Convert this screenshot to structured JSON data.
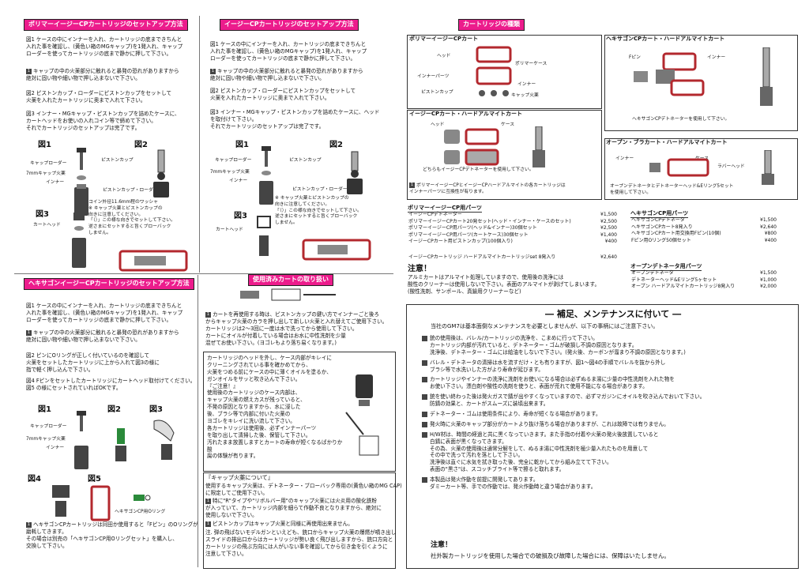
{
  "colors": {
    "accent": "#ec1c8c",
    "part_red": "#b3282e",
    "part_gray": "#8a8a8a"
  },
  "s1": {
    "title": "ポリマーイージーCPカートリッジのセットアップ方法",
    "p1": "図1 ケースの中にインナーを入れ、カートリッジの底まできちんと\n入れた事を確認し、(黄色い箱のMGキャップ)を1発入れ、キャップ\nローダーを使ってカートリッジの底まで静かに押して下さい。",
    "w1": "キャップの中の火薬部分に触れると暴発の恐れがありますから\n絶対に固い物や細い物で押し込まないで下さい。",
    "p2": "図2 ピストンカップ・ローダーにピストンカップをセットして\n火薬を入れたカートリッジに奥まで入れて下さい。",
    "p3": "図3 インナー・MGキャップ・ピストンカップを詰めたケースに、\nカートヘッドをお使いの入れコイン等で締めて下さい。\nそれでカートリッジのセットアップは完了です。",
    "fig1": "図1",
    "fig2": "図2",
    "fig3": "図3",
    "cap_loader": "キャップローダー",
    "mg_cap": "7mmキャップ火薬",
    "inner": "インナー",
    "piston_cup": "ピストンカップ",
    "piston_loader": "ピストンカップ・ローダー",
    "coin_note": "コイン外径11.6mm程のワッシャ\n※ キャップ火薬とピストンカップの\n向きに注意してください。\n「（）」この様な向きでセットして下さい。\n逆さまにセットすると旨くブローバック\nしません。",
    "cart_head": "カートヘッド"
  },
  "s2": {
    "title": "イージーCPカートリッジのセットアップ方法",
    "p1": "図1 ケースの中にインナーを入れ、カートリッジの底まできちんと\n入れた事を確認し、(黄色い箱のMGキャップ)を1発入れ、キャップ\nローダーを使ってカートリッジの底まで静かに押して下さい。",
    "w1": "キャップの中の火薬部分に触れると暴発の恐れがありますから\n絶対に固い物や細い物で押し込まないで下さい。",
    "p2": "図2 ピストンカップ・ローダーにピストンカップをセットして\n火薬を入れたカートリッジに奥まで入れて下さい。",
    "p3": "図3 インナー・MGキャップ・ピストンカップを詰めたケースに、ヘッド\nを取付けて下さい。\nそれでカートリッジのセットアップは完了です。",
    "fig1": "図1",
    "fig2": "図2",
    "fig3": "図3",
    "cap_loader": "キャップローダー",
    "mg_cap": "7mmキャップ火薬",
    "inner": "インナー",
    "piston_cup": "ピストンカップ",
    "piston_loader": "ピストンカップ・ローダー",
    "cap_note": "※ キャップ火薬とピストンカップの\n向きに注意してください。\n「（）」この様な向きでセットして下さい。\n逆さまにセットすると旨くブローバック\nしません。",
    "cart_head": "カートヘッド"
  },
  "s3": {
    "title": "ヘキサゴンイージーCPカートリッジのセットアップ方法",
    "p1": "図1 ケースの中にインナーを入れ、カートリッジの底まできちんと\n入れた事を確認し、(黄色い箱のMGキャップ)を1発入れ、キャップ\nローダーを使ってカートリッジの底まで静かに押して下さい。",
    "w1": "キャップの中の火薬部分に触れると暴発の恐れがありますから\n絶対に固い物や細い物で押し込まないで下さい。",
    "p2": "図2 ピンにOリングが正しく付いているのを確認して\n火薬をセットしたカートリッジに上から入れて図3の様に\n指で軽く押し込んで下さい。",
    "p3": "図4 Fピンをセットしたカートリッジにカートヘッド取付けてください。\n図5 の様にセットされていればOKです。",
    "fig1": "図1",
    "fig2": "図2",
    "fig3": "図3",
    "fig4": "図4",
    "fig5": "図5",
    "cap_loader": "キャップローダー",
    "mg_cap": "7mmキャップ火薬",
    "inner": "インナー",
    "oring": "ヘキサゴンCP用Oリング",
    "w2": "ヘキサゴンCPカートリッジは同田か使用すると「Fピン」のOリングが\n磨耗してきます。\nその場合は別売の「ヘキサゴンCP用Oリングセット」を購入し、\n交換して下さい。"
  },
  "s4": {
    "title": "使用済みカートの取り扱い",
    "p1": "カートを再使用する時は、ピストンカップの鍵い方でインナーごと後ろ\nからキャップ火薬のカラを押し出して新しい火薬と入れ替えてご使用下さい。\nカートリッジは2～3回に一度は水で洗ってから使用して下さい。\nカートにオイルが付着している場合はお水に中性洗剤を少量\n混ぜてお使い下さい。(ヨゴレもより落ち易くなります。)",
    "box": "カートリッジのヘッドを外し、ケース内部がキレイに\nクリーニングされている事を確かめてから、\n火薬をつめる前にケースの中に薄くオイルを塗るか、\nガンオイルをサッと吹き込んで下さい。\n『ご注意！』\n使用後のカートリッジのケース内部は、\nキャップ火薬の燃えカスが残っていると、\n不発の原因となりますから、水に浸した\n後、ブラシ等で内部に付いた火薬の\nヨゴレをキレイに洗い流して下さい。\n各カートリッジは使用後、必ずインナーパーツ\nを取り出して清掃した後、保管して下さい。\n汚れたまま放置しますとカートの寿命が短くなるばかりか酸\n腐の体験が有ります。",
    "cap_title": "『キャップ火薬について』",
    "cap1": "使用するキャップ火薬は、デトネーター・ブローバック専用の(黄色い箱のMG CAP)\nに限定してご使用下さい。",
    "cap2": "特に\"R\"タイプや\"リボルバー用\"のキャップ火薬には火炎用の酸化鉄粉\nが入っていて、カートリッジ内部を細らて作動不良となりますから、絶対に\n使用しないで下さい。",
    "cap3": "ピストンカップはキャップ火薬と同様に再使用出来ません。",
    "cap4": "注. 弾の飛ばないモデルガンといえども、銃口からキャップ火薬の爆燃が噴き出し\nスライドの排出口からはカートリッジが勢い良く飛び出しますから、銃口方向と\nカートリッジの飛ぶ方向には人がいない事を確認してから引き金を引くように\n注意して下さい。"
  },
  "s5": {
    "title": "カートリッジの種類",
    "b1_title": "ポリマーイージーCPカート",
    "b1_head": "ヘッド",
    "b1_case": "ポリマーケース",
    "b1_inner_parts": "インナーパーツ",
    "b1_inner": "インナー",
    "b1_piston": "ピストンカップ",
    "b1_cap": "キャップ火薬",
    "b2_title": "イージーCPカート・ハードアルマイトカート",
    "b2_head": "ヘッド",
    "b2_case": "ケース",
    "b2_note": "どちらもイージーCPデトネーターを使用して下さい。",
    "b3_title": "ヘキサゴンCPカート・ハードアルマイトカート",
    "b3_fpin": "Fピン",
    "b3_inner": "インナー",
    "b3_note": "ヘキサゴンCPデトネーターを使用して下さい。",
    "b4_title": "オープン・ブラカート・ハードアルマイトカート",
    "b4_inner": "インナー",
    "b4_case": "ケース",
    "b4_rubber": "ラバーヘッド",
    "b4_note": "オープンデトネータとデトネーターヘッド&Eリング5セット\nを使用して下さい。",
    "compat": "ポリマーイージーCPとイージーCPハードアルマイトの各カートリッジは\nインナーパーツに互換性が有ります。"
  },
  "prices": {
    "poly_title": "ポリマーイージーCP用パーツ",
    "poly": [
      {
        "name": "イージーCPデトネーター",
        "price": "¥1,500"
      },
      {
        "name": "ポリマーイージーCPカート20発セット(ヘッド・インナー・ケースのセット)",
        "price": "¥2,500"
      },
      {
        "name": "ポリマーイージーCP用パーツ(ヘッド&インナー)30個セット",
        "price": "¥2,500"
      },
      {
        "name": "ポリマーイージーCP用パーツ(カートケース)30個セット",
        "price": "¥1,400"
      },
      {
        "name": "イージーCPカート用ピストンカップ(100個入り)",
        "price": "¥400"
      }
    ],
    "hard": {
      "name": "イージーCPカートリッジ ハードアルマイトカートリッジset 8発入り",
      "price": "¥2,640"
    },
    "hex_title": "ヘキサゴンCP用パーツ",
    "hex": [
      {
        "name": "ヘキサゴンCPデトネータ",
        "price": "¥1,500"
      },
      {
        "name": "ヘキサゴンCPカート8発入り",
        "price": "¥2,640"
      },
      {
        "name": "ヘキサゴンCPカート用交換用Fピン(10個)",
        "price": "¥800"
      },
      {
        "name": "Fピン用Oリング50個セット",
        "price": "¥400"
      }
    ],
    "open_title": "オープンデトネータ用パーツ",
    "open": [
      {
        "name": "オープンデトネータ",
        "price": "¥1,500"
      },
      {
        "name": "デトネーターヘッド&Eリング5ヶセット",
        "price": "¥1,000"
      },
      {
        "name": "オープン ハードアルマイトカートリッジ8発入り",
        "price": "¥2,000"
      }
    ]
  },
  "note": {
    "title": "注意！",
    "text": "アルミカートはアルマイト処理していますので、使用後の洗浄には\n酸性のクリーナーは使用しないで下さい。表面のアルマイトが剥げてしまいます。\n(酸性洗剤、サンポール、真鍮用クリーナーなど)"
  },
  "maint": {
    "title": "― 補足、メンテナンスに付いて ―",
    "intro": "当社のGM7は基本面倒なメンテナンスを必要としませんが、以下の事柄にはご注意下さい。",
    "items": [
      "銃の使用後は、バレル/カートリッジの洗浄を、こまめに行って下さい。\nカートリッジ内部が汚れていると、デトネーター・ゴムが破損し不調の原因となります。\n洗浄後、デトネーター・ゴムには給油をしないで下さい。(発火後、カーボンが溜まり不調の原因となります。)",
      "バレル・デトネータの清掃は水を流すだけ・とも有りますが、図1～図4の手順でバレルを抜から外し\nブラシ等で水洗いした方がより寿命が延びます。",
      "カートリッジやインナーの洗浄に洗剤をお使いになる場合は必ずぬるま湯に少量の中性洗剤を入れた物を\nお使い下さい。漂白剤や酸性の洗剤を使うと、表面が荒れて使用不能になる場合があります。",
      "銃を使い終わった後は発火ガスで錆が出やすくなっていますので、必ずマガジンにオイルを吹き込んでおいて下さい。\n防錆の効果と、カートがスムーズに装填出来ます。",
      "デトネーター・ゴムは使用条件により、寿命が短くなる場合があります。",
      "発火時に火薬のキャップ部分がカートより抜け落ちる場合がありますが、これは故障では有りません。",
      "H/W材は、時間の経過と共に黒くなっていきます。また手指の付着や火薬の発火後放置していると\n白錆に表面が黒くなってきます。\nその為、火薬の使用後は通常分解をして、ぬるま湯に中性洗剤を極少量入れたものを用意して\nその中で洗って汚れを落として下さい。\n洗浄後は直ぐに水気を拭き取った後、完全に乾かしてから組み立てて下さい。\n表面の\"黒さ\"は、スコッチブライト等で擦ると取れます。",
      "本製品は発火作動を前提に開発してあります。\nダミーカート等、手での作動では、発火作動時と違う場合があります。"
    ],
    "last_title": "注意！",
    "last": "社外製カートリッジを使用した場合での破損及び故障した場合には、保障はいたしません。"
  }
}
